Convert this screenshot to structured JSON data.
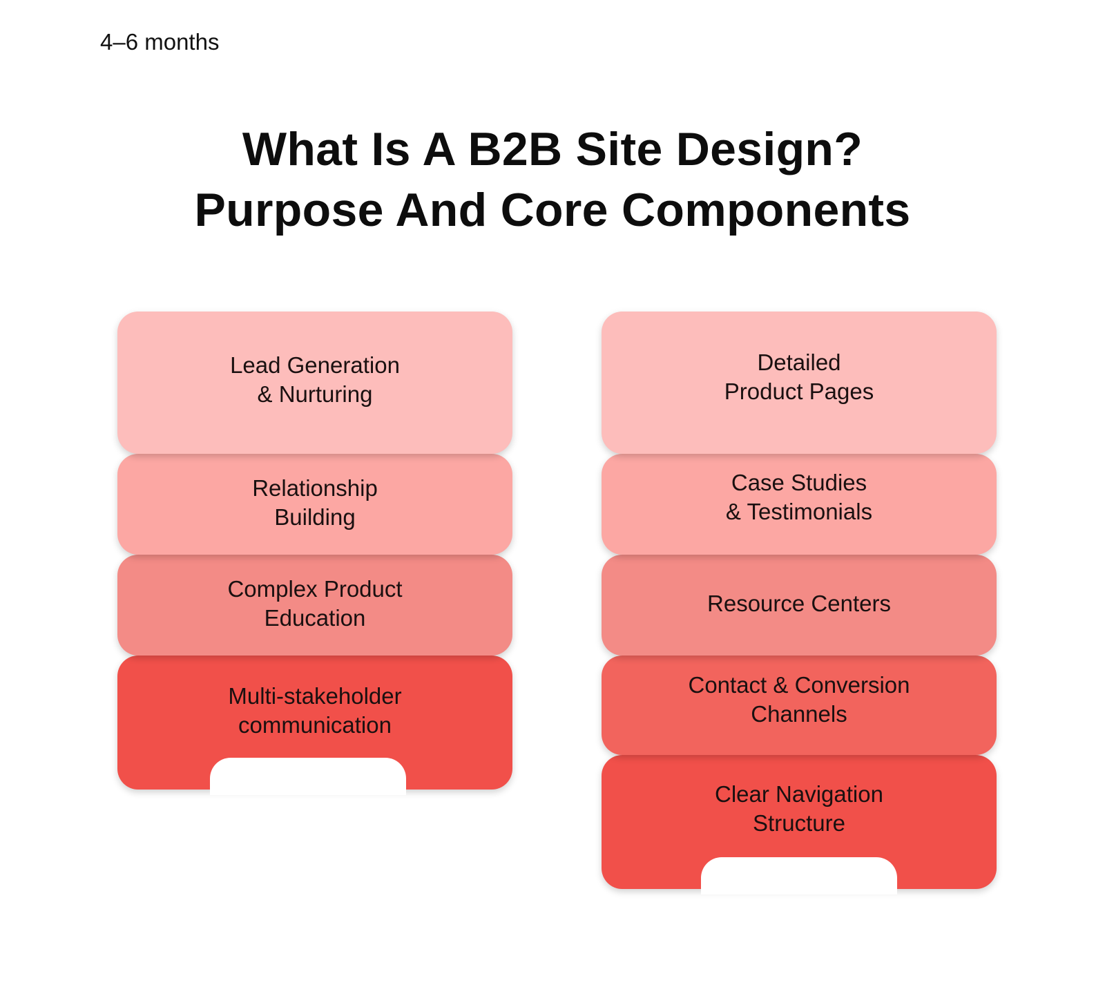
{
  "top_label": "4–6 months",
  "title": {
    "line1": "What Is A B2B Site Design?",
    "line2": "Purpose And Core Components"
  },
  "colors": {
    "shade1": "#fdbdbb",
    "shade2": "#fca7a3",
    "shade3": "#f38b86",
    "shade4": "#f2645d",
    "shade5": "#f1504a"
  },
  "left_column": {
    "items": [
      {
        "line1": "Lead Generation",
        "line2": "& Nurturing"
      },
      {
        "line1": "Relationship",
        "line2": "Building"
      },
      {
        "line1": "Complex Product",
        "line2": "Education"
      },
      {
        "line1": "Multi-stakeholder",
        "line2": "communication"
      }
    ]
  },
  "right_column": {
    "items": [
      {
        "line1": "Detailed",
        "line2": "Product Pages"
      },
      {
        "line1": "Case Studies",
        "line2": "& Testimonials"
      },
      {
        "line1": "Resource Centers",
        "line2": ""
      },
      {
        "line1": "Contact & Conversion",
        "line2": "Channels"
      },
      {
        "line1": "Clear Navigation",
        "line2": "Structure"
      }
    ]
  }
}
